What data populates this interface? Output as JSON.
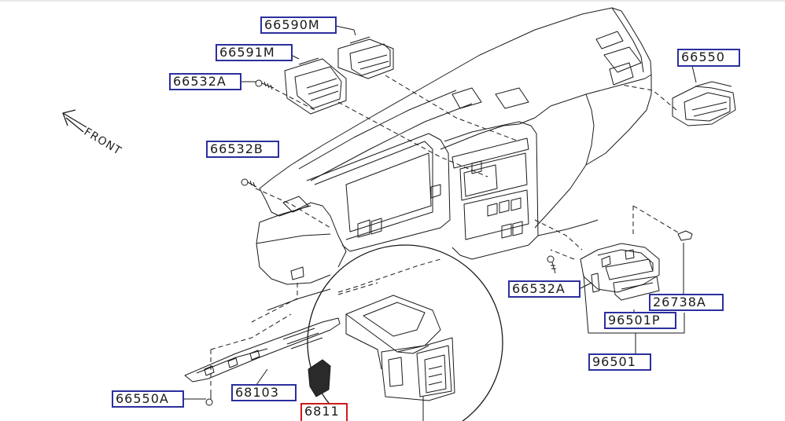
{
  "diagram": {
    "front_text": "FRONT",
    "parts": {
      "p66590M": "66590M",
      "p66591M": "66591M",
      "p66532A_top": "66532A",
      "p66550": "66550",
      "p66532B": "66532B",
      "p66532A_right": "66532A",
      "p26738A": "26738A",
      "p96501P": "96501P",
      "p96501": "96501",
      "p68103": "68103",
      "p66550A": "66550A",
      "p6811": "6811"
    },
    "colors": {
      "label_border": "#2b2f9e",
      "highlight_border": "#cc1b1b",
      "line": "#1a1a1a"
    }
  }
}
